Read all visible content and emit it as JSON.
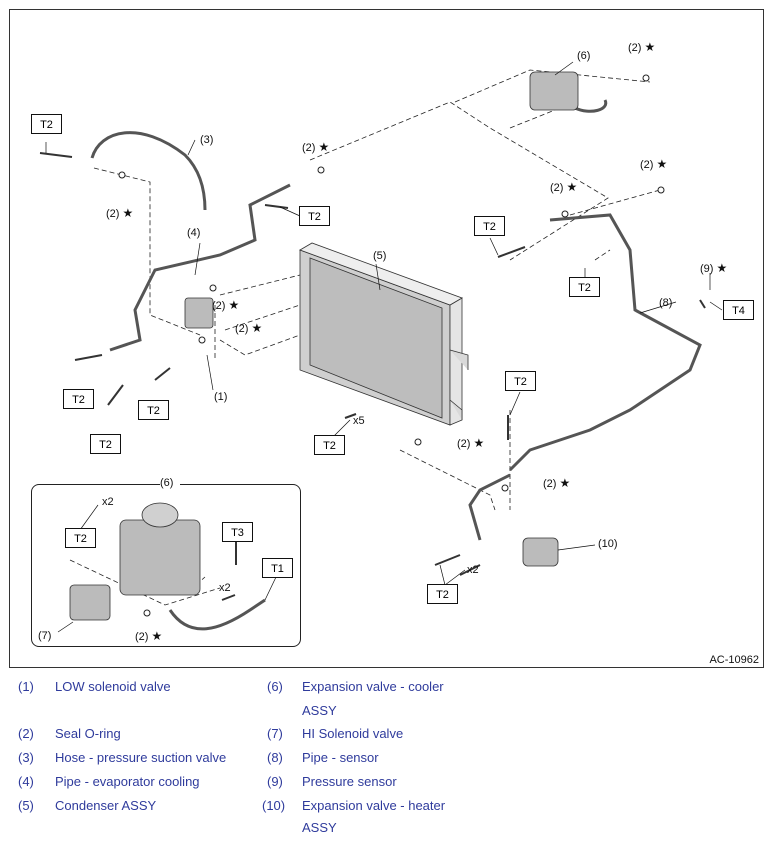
{
  "figure_code": "AC-10962",
  "callouts": {
    "c1": "(1)",
    "c3": "(3)",
    "c4": "(4)",
    "c5": "(5)",
    "c6top": "(6)",
    "c6inset": "(6)",
    "c7": "(7)",
    "c8": "(8)",
    "c10": "(10)",
    "o_a": "(2)",
    "o_b": "(2)",
    "o_c": "(2)",
    "o_d": "(2)",
    "o_e": "(2)",
    "o_f": "(2)",
    "o_g": "(2)",
    "o_h": "(2)",
    "o_i": "(2)",
    "o_j": "(2)",
    "p9": "(9)",
    "star": "★",
    "x5": "x5",
    "x2a": "x2",
    "x2b": "x2",
    "x2c": "x2"
  },
  "torque_boxes": {
    "b1": "T2",
    "b2": "T2",
    "b3": "T2",
    "b4": "T2",
    "b5": "T2",
    "b6": "T2",
    "b7": "T2",
    "b8": "T2",
    "b9": "T4",
    "b10": "T2",
    "b11": "T2",
    "b12": "T2",
    "b13": "T3",
    "b14": "T1"
  },
  "legend": [
    {
      "num": "(1)",
      "text": "LOW solenoid valve"
    },
    {
      "num": "(2)",
      "text": "Seal O-ring"
    },
    {
      "num": "(3)",
      "text": "Hose - pressure suction valve"
    },
    {
      "num": "(4)",
      "text": "Pipe - evaporator cooling"
    },
    {
      "num": "(5)",
      "text": "Condenser ASSY"
    },
    {
      "num": "(6)",
      "text": "Expansion valve - cooler",
      "text2": "ASSY"
    },
    {
      "num": "(7)",
      "text": "HI Solenoid valve"
    },
    {
      "num": "(8)",
      "text": "Pipe - sensor"
    },
    {
      "num": "(9)",
      "text": "Pressure sensor"
    },
    {
      "num": "(10)",
      "text": "Expansion valve - heater",
      "text2": "ASSY"
    }
  ]
}
